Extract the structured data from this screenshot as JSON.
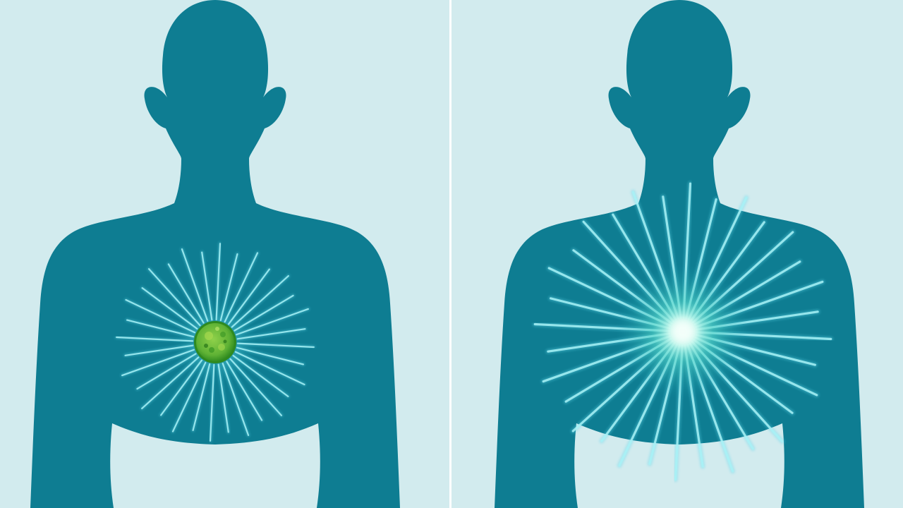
{
  "colors": {
    "background": "#d2ebee",
    "divider": "#ffffff",
    "silhouette": "#0e7d92",
    "ray": "#62d9ec",
    "ray_glow": "#a9f3f7",
    "core_glow": "#ecfff8",
    "cell_fill": "#6fbf3a",
    "cell_edge": "#2f8a1f",
    "cell_spot": "#a6d94e"
  },
  "panels": [
    {
      "figure": "human-silhouette",
      "emitter": "green-cell",
      "ray_count": 32
    },
    {
      "figure": "human-silhouette",
      "emitter": "bright-glow",
      "ray_count": 32
    }
  ]
}
